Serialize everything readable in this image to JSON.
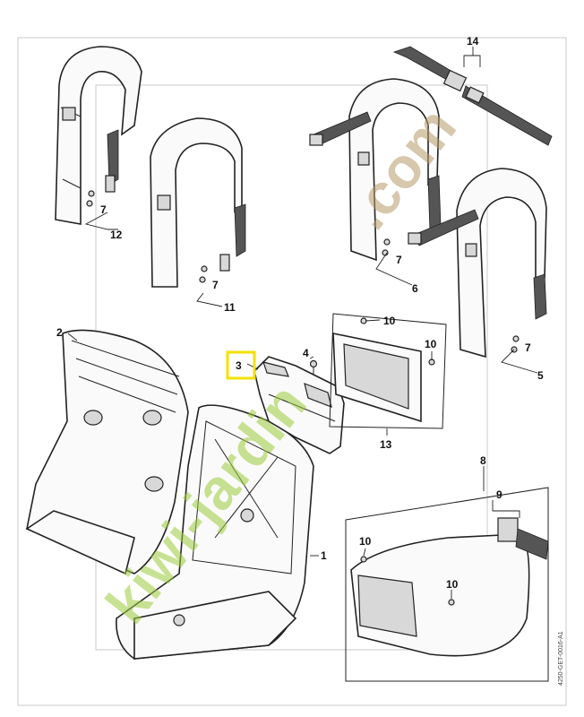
{
  "diagram": {
    "doc_id": "4250-GET-0016-A1",
    "watermark": {
      "part1": "kiwi-jardin",
      "part2": ".com"
    },
    "callouts": [
      {
        "id": "c1",
        "label": "1"
      },
      {
        "id": "c2",
        "label": "2"
      },
      {
        "id": "c3",
        "label": "3",
        "highlighted": true
      },
      {
        "id": "c4",
        "label": "4"
      },
      {
        "id": "c5",
        "label": "5"
      },
      {
        "id": "c6",
        "label": "6"
      },
      {
        "id": "c7a",
        "label": "7"
      },
      {
        "id": "c7b",
        "label": "7"
      },
      {
        "id": "c7c",
        "label": "7"
      },
      {
        "id": "c7d",
        "label": "7"
      },
      {
        "id": "c8",
        "label": "8"
      },
      {
        "id": "c9",
        "label": "9"
      },
      {
        "id": "c10a",
        "label": "10"
      },
      {
        "id": "c10b",
        "label": "10"
      },
      {
        "id": "c10c",
        "label": "10"
      },
      {
        "id": "c10d",
        "label": "10"
      },
      {
        "id": "c11",
        "label": "11"
      },
      {
        "id": "c12",
        "label": "12"
      },
      {
        "id": "c13",
        "label": "13"
      },
      {
        "id": "c14",
        "label": "14"
      }
    ],
    "highlight_color": "#f2e200"
  }
}
